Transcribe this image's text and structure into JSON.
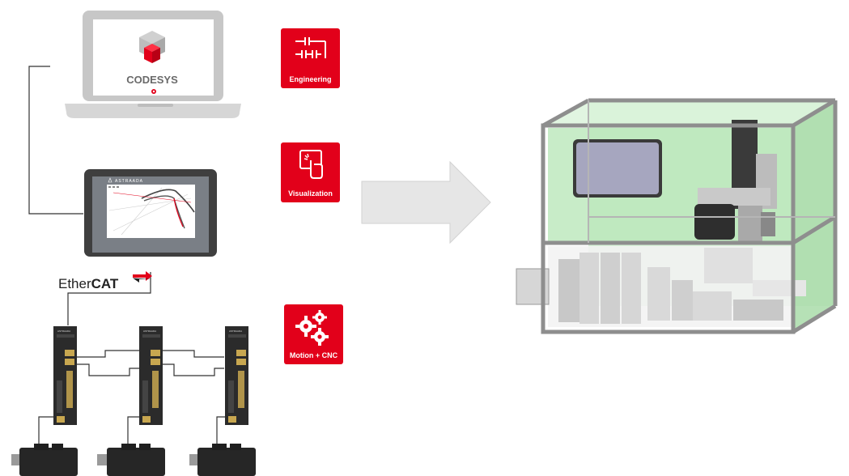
{
  "software": {
    "name": "CODESYS"
  },
  "hmi": {
    "brand": "ASTRAADA"
  },
  "fieldbus": {
    "ether": "Ether",
    "cat": "CAT"
  },
  "drives": {
    "brand": "ASTRAADA"
  },
  "badges": [
    {
      "label": "Engineering",
      "icon": "ladder-logic-icon"
    },
    {
      "label": "Visualization",
      "icon": "touch-screen-icon"
    },
    {
      "label": "Motion + CNC",
      "icon": "gears-icon"
    }
  ],
  "colors": {
    "brand_red": "#e2001a",
    "arrow_grey": "#e4e4e4",
    "machine_green": "#b7e6b7"
  }
}
